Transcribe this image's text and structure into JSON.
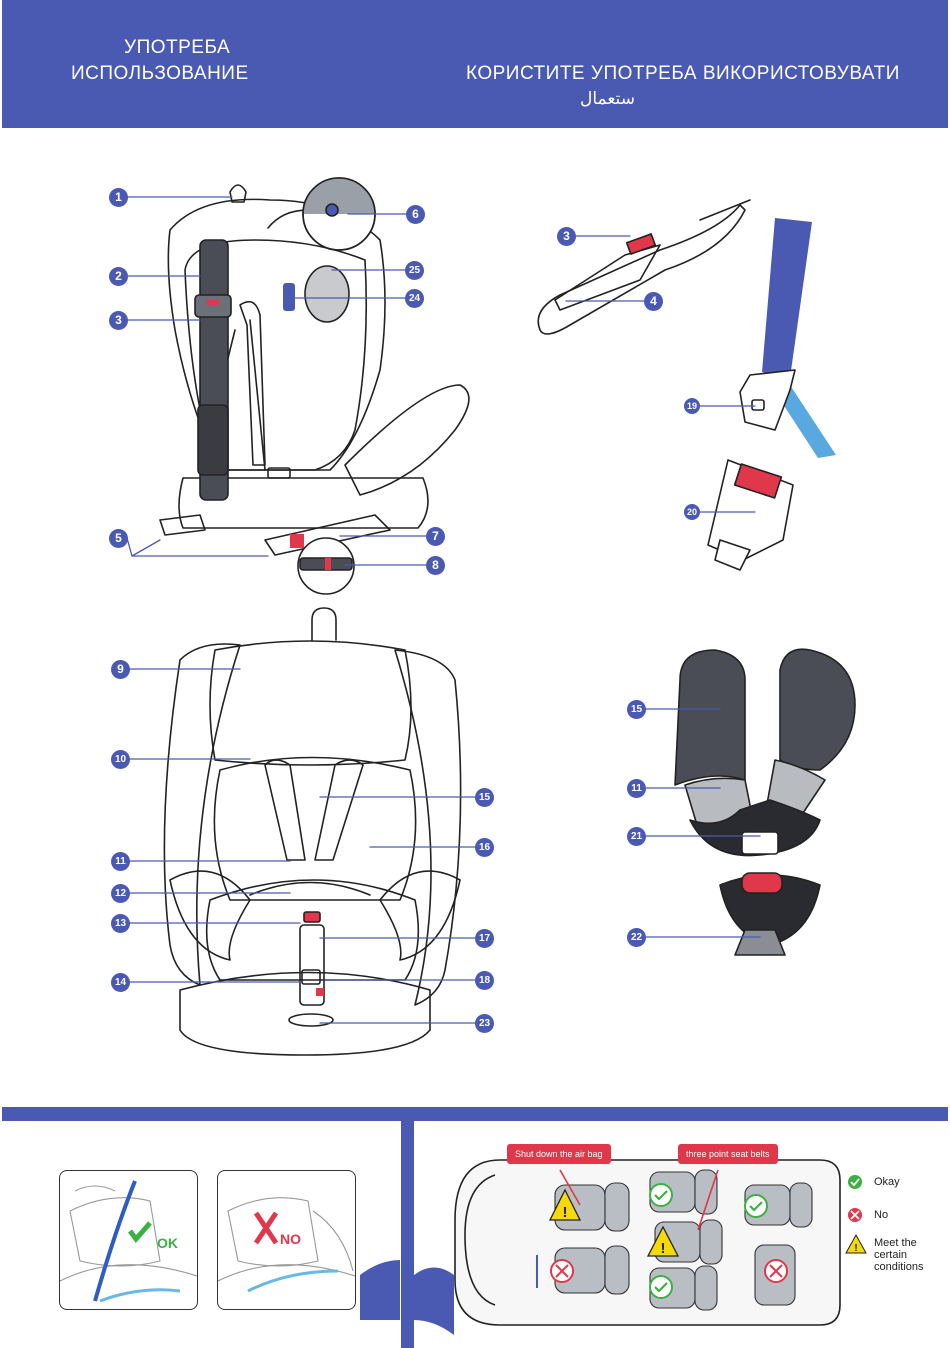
{
  "header": {
    "line1": "УПОТРЕБА",
    "line2": "ИСПОЛЬЗОВАНИЕ",
    "line3": "КОРИСТИТЕ   УПОТРЕБА   ВИКОРИСТОВУВАТИ",
    "line4": "ﺳﺘﻌﻤﺎﻝ"
  },
  "callouts": {
    "c1": "1",
    "c2": "2",
    "c3": "3",
    "c5": "5",
    "c6": "6",
    "c7": "7",
    "c8": "8",
    "c24": "24",
    "c25": "25",
    "r3": "3",
    "r4": "4",
    "r19": "19",
    "r20": "20",
    "c9": "9",
    "c10": "10",
    "c11": "11",
    "c12": "12",
    "c13": "13",
    "c14": "14",
    "c15": "15",
    "c16": "16",
    "c17": "17",
    "c18": "18",
    "c23": "23",
    "r15": "15",
    "r11": "11",
    "r21": "21",
    "r22": "22"
  },
  "bottom": {
    "ok": "OK",
    "no": "NO",
    "tag_airbag": "Shut down the air bag",
    "tag_belts": "three point seat belts",
    "legend": {
      "okay": "Okay",
      "no": "No",
      "conditions_1": "Meet the",
      "conditions_2": "certain",
      "conditions_3": "conditions"
    }
  },
  "colors": {
    "brand": "#4a5ab3",
    "ok": "#3cb043",
    "no": "#e0374a",
    "warning": "#f5d90a"
  }
}
